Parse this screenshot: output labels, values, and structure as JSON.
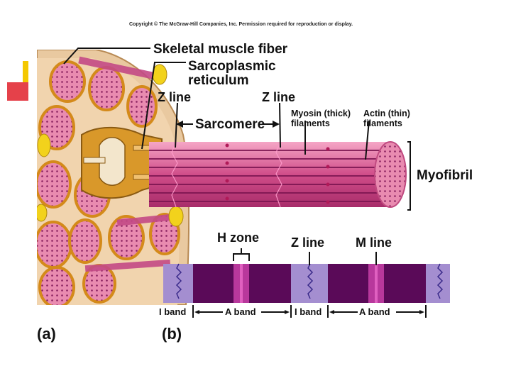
{
  "copyright": "Copyright © The McGraw-Hill Companies, Inc. Permission required for reproduction or display.",
  "labels": {
    "skeletal_muscle_fiber": "Skeletal muscle fiber",
    "sarcoplasmic_line1": "Sarcoplasmic",
    "sarcoplasmic_line2": "reticulum",
    "z_line": "Z line",
    "sarcomere": "Sarcomere",
    "myosin_line1": "Myosin (thick)",
    "myosin_line2": "filaments",
    "actin_line1": "Actin (thin)",
    "actin_line2": "filaments",
    "myofibril": "Myofibril",
    "h_zone": "H zone",
    "m_line": "M line",
    "i_band": "I band",
    "a_band": "A band"
  },
  "panels": {
    "a": "(a)",
    "b": "(b)"
  },
  "colors": {
    "i_band": "#a48ed0",
    "a_band": "#5a0a58",
    "h_zone": "#b8389c",
    "m_line": "#e060c0",
    "z_line": "#3a2a8a",
    "fiber_tan": "#e7c79a",
    "myofibril_pink": "#e26aa0",
    "sr_gold": "#d99a2a",
    "accent_yellow": "#f4c800",
    "accent_red": "#e0202a"
  }
}
